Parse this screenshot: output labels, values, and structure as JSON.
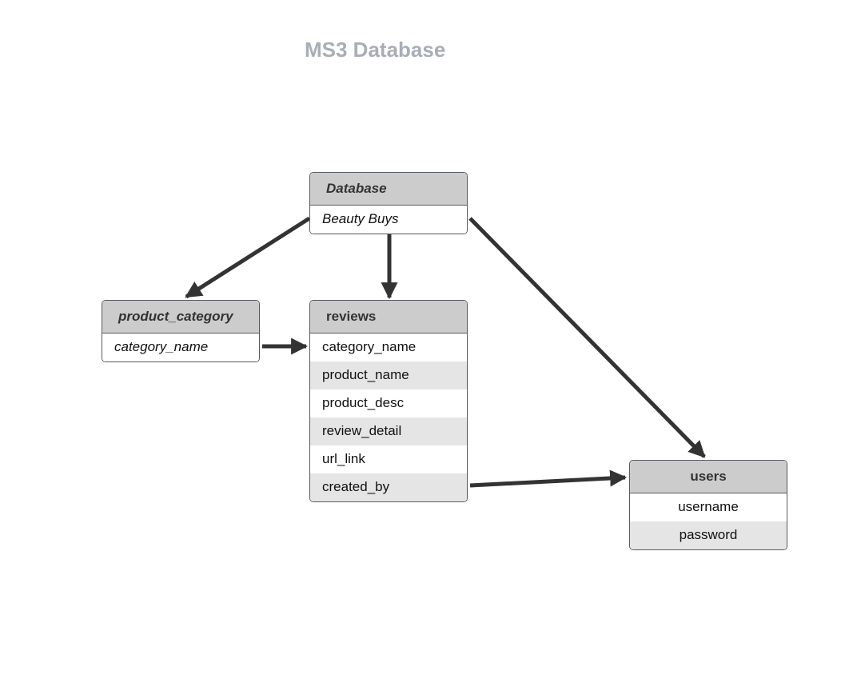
{
  "title": "MS3 Database",
  "entities": {
    "database": {
      "header": "Database",
      "fields": [
        "Beauty Buys"
      ]
    },
    "product_category": {
      "header": "product_category",
      "fields": [
        "category_name"
      ]
    },
    "reviews": {
      "header": "reviews",
      "fields": [
        "category_name",
        "product_name",
        "product_desc",
        "review_detail",
        "url_link",
        "created_by"
      ]
    },
    "users": {
      "header": "users",
      "fields": [
        "username",
        "password"
      ]
    }
  },
  "colors": {
    "title": "#a8adb6",
    "header_fill": "#cccccc",
    "alt_row_fill": "#e5e5e5",
    "border": "#555a60",
    "connector": "#333333"
  }
}
